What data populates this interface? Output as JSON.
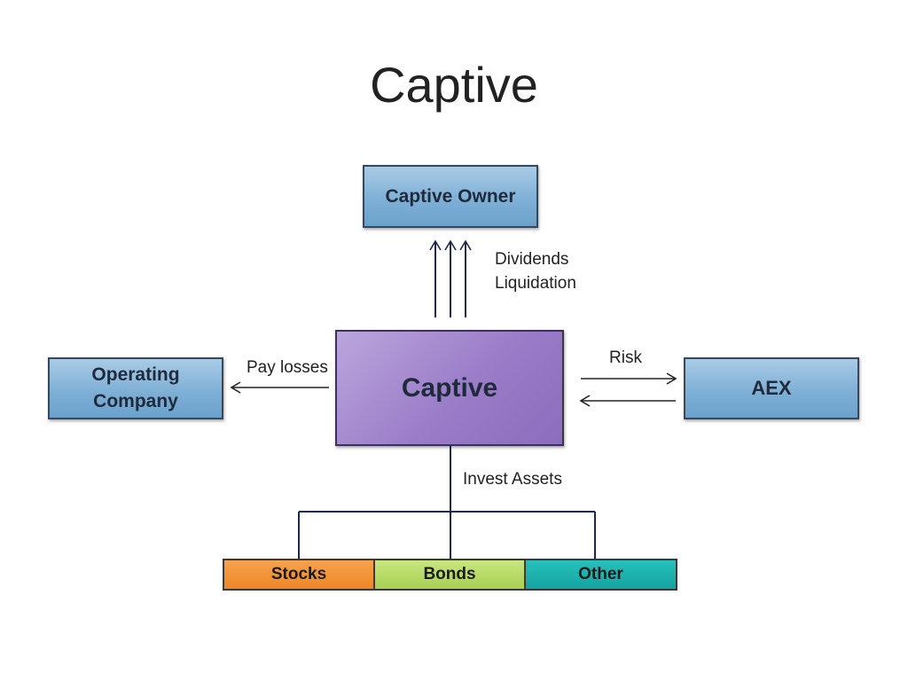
{
  "title": "Captive",
  "nodes": {
    "captive_owner": "Captive Owner",
    "operating_company_line1": "Operating",
    "operating_company_line2": "Company",
    "captive": "Captive",
    "aex": "AEX"
  },
  "assets": {
    "stocks": "Stocks",
    "bonds": "Bonds",
    "other": "Other"
  },
  "edge_labels": {
    "dividends": "Dividends",
    "liquidation": "Liquidation",
    "pay_losses": "Pay losses",
    "risk": "Risk",
    "invest_assets": "Invest Assets"
  },
  "colors": {
    "blue_box": "#7fb0d6",
    "captive_box": "#9a7cc8",
    "stocks": "#ee8726",
    "bonds": "#a9cf52",
    "other": "#14a3a0",
    "connector": "#1b2a4a"
  }
}
